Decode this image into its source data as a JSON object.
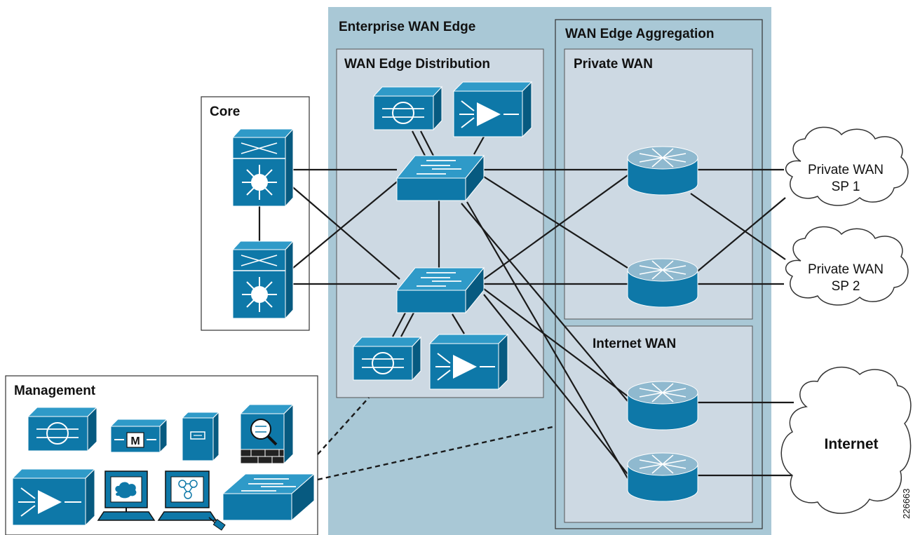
{
  "zones": {
    "enterprise_wan_edge": "Enterprise WAN Edge",
    "wan_edge_distribution": "WAN Edge Distribution",
    "wan_edge_aggregation": "WAN Edge Aggregation",
    "private_wan": "Private WAN",
    "internet_wan": "Internet WAN",
    "core": "Core",
    "management": "Management"
  },
  "clouds": {
    "sp1_line1": "Private WAN",
    "sp1_line2": "SP 1",
    "sp2_line1": "Private WAN",
    "sp2_line2": "SP 2",
    "internet": "Internet"
  },
  "figure_id": "226663",
  "colors": {
    "enterprise_bg": "#a9c8d6",
    "subzone_bg": "#cdd9e3",
    "device_front": "#0e78a8",
    "device_top": "#2f9ac8",
    "device_side": "#075a80",
    "line": "#1a1a1a"
  },
  "icons": {
    "core_switches": "layer3-switch-icon",
    "distribution_switches": "workgroup-switch-icon",
    "appliances": [
      "wan-optimizer-icon",
      "wan-accelerator-icon"
    ],
    "routers": "router-icon",
    "management": [
      "wan-optimizer-icon",
      "management-appliance-icon",
      "file-server-icon",
      "firewall-analyzer-icon",
      "wan-accelerator-icon",
      "workstation-cloud-icon",
      "workstation-network-icon",
      "switch-icon"
    ]
  }
}
